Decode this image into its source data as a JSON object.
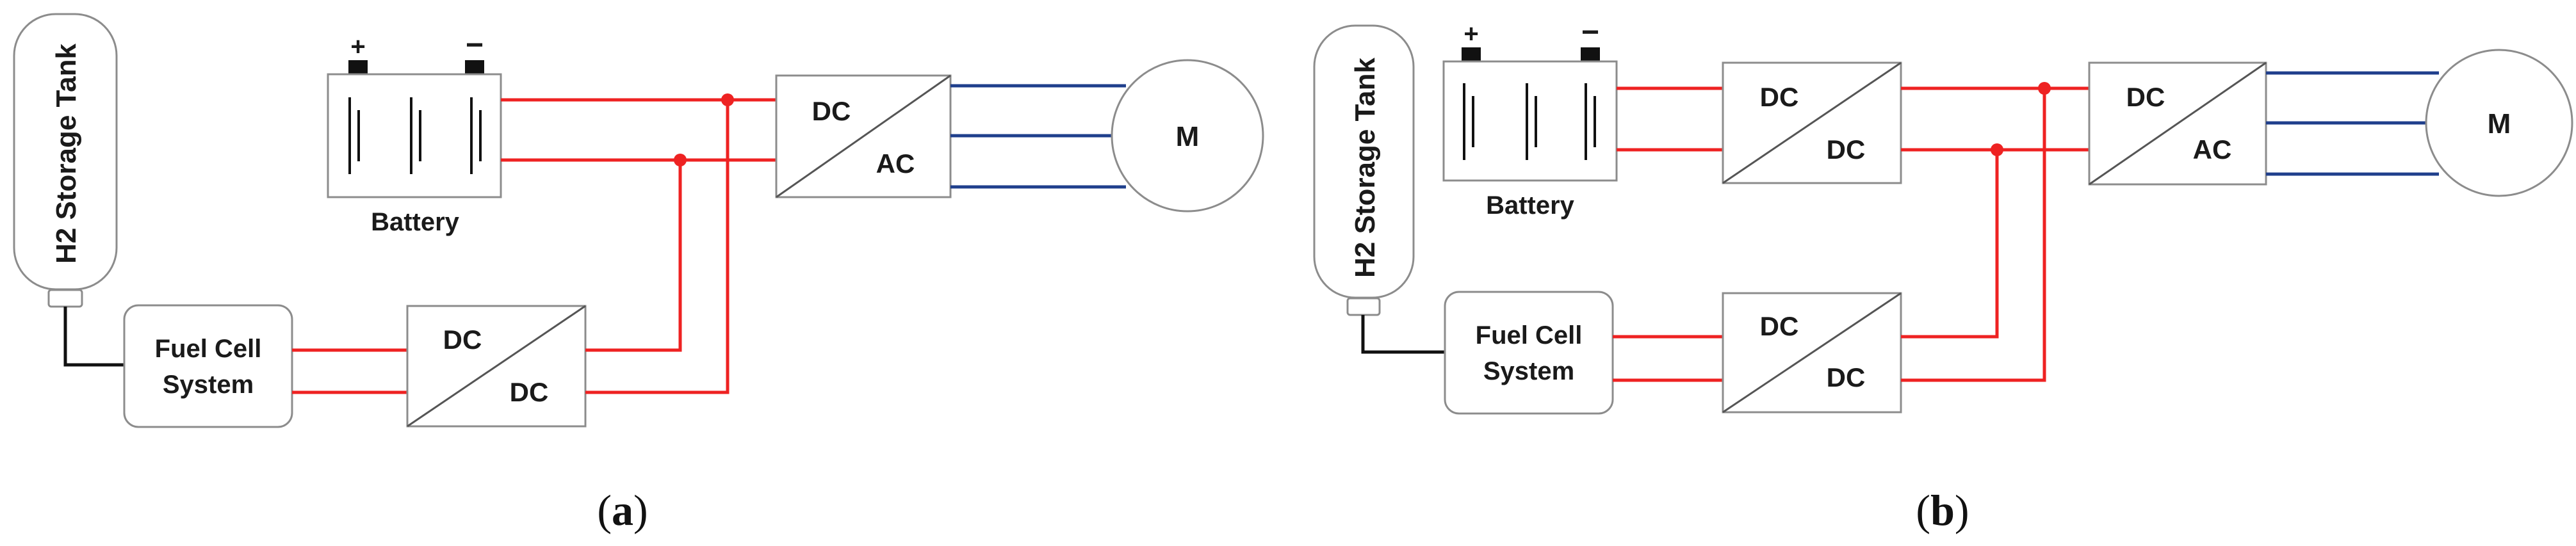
{
  "panel_a": {
    "tank_label": "H2 Storage Tank",
    "battery_label": "Battery",
    "battery_plus": "+",
    "battery_minus": "−",
    "fuel_cell_line1": "Fuel Cell",
    "fuel_cell_line2": "System",
    "dcdc_top": "DC",
    "dcdc_bottom": "DC",
    "inverter_top": "DC",
    "inverter_bottom": "AC",
    "motor_label": "M",
    "caption_open": "(",
    "caption_letter": "a",
    "caption_close": ")"
  },
  "panel_b": {
    "tank_label": "H2 Storage Tank",
    "battery_label": "Battery",
    "battery_plus": "+",
    "battery_minus": "−",
    "battery_dcdc_top": "DC",
    "battery_dcdc_bottom": "DC",
    "fuel_cell_line1": "Fuel Cell",
    "fuel_cell_line2": "System",
    "fc_dcdc_top": "DC",
    "fc_dcdc_bottom": "DC",
    "inverter_top": "DC",
    "inverter_bottom": "AC",
    "motor_label": "M",
    "caption_open": "(",
    "caption_letter": "b",
    "caption_close": ")"
  },
  "colors": {
    "dc_bus": "#ee2222",
    "ac_phase": "#1f3f8c",
    "hydrogen_line": "#111111",
    "component_outline": "#8c8c8c"
  }
}
